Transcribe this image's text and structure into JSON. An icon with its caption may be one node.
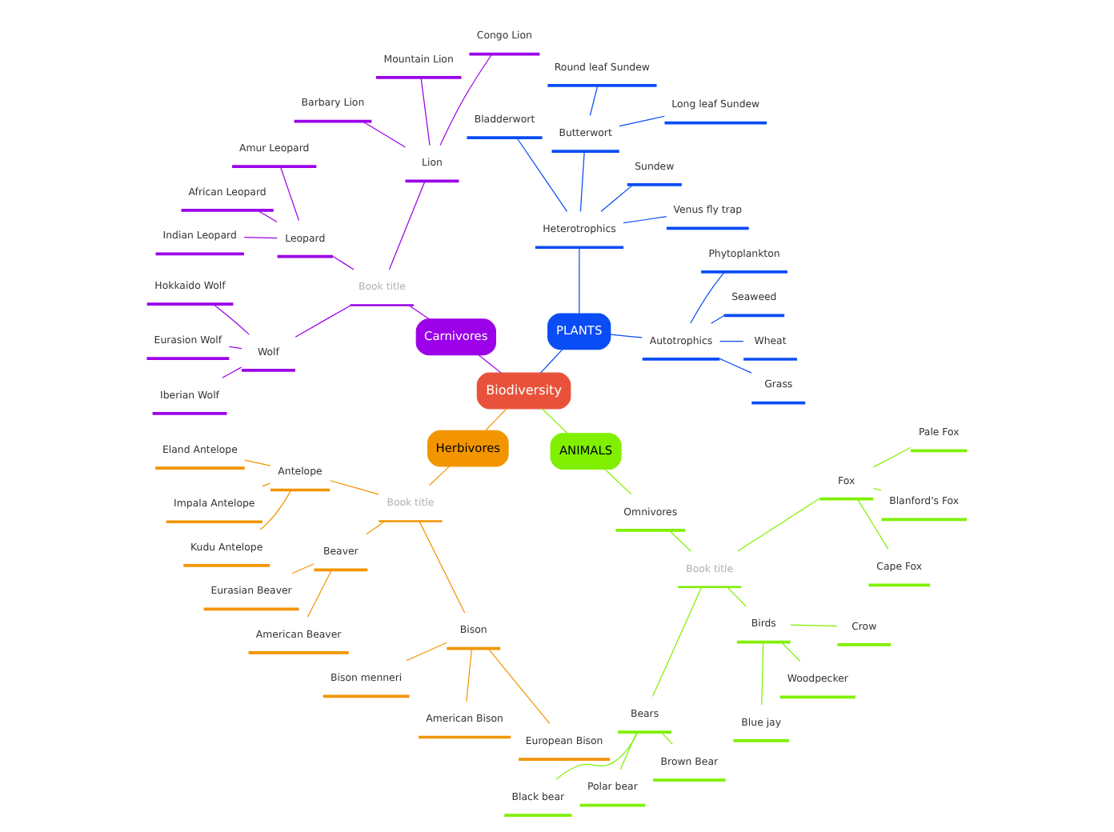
{
  "diagram": {
    "nodes": [
      {
        "text": [
          "Biodiversity"
        ]
      },
      {
        "text": [
          "PLANTS"
        ]
      },
      {
        "text": [
          "Autotrophics"
        ]
      },
      {
        "text": [
          "Grass"
        ]
      },
      {
        "text": [
          "Wheat"
        ]
      },
      {
        "text": [
          "Seaweed"
        ]
      },
      {
        "text": [
          "Phytoplankton"
        ]
      },
      {
        "text": [
          "Heterotrophics"
        ]
      },
      {
        "text": [
          "Venus fly trap"
        ]
      },
      {
        "text": [
          "Sundew"
        ]
      },
      {
        "text": [
          "Butterwort"
        ]
      },
      {
        "text": [
          "Long leaf Sundew"
        ]
      },
      {
        "text": [
          "Round leaf Sundew"
        ]
      },
      {
        "text": [
          "Bladderwort"
        ]
      },
      {
        "text": [
          "Carnivores"
        ]
      },
      {
        "text": [
          "Book title"
        ]
      },
      {
        "text": [
          "Lion"
        ]
      },
      {
        "text": [
          "Congo Lion"
        ]
      },
      {
        "text": [
          "Mountain Lion"
        ]
      },
      {
        "text": [
          "Barbary Lion"
        ]
      },
      {
        "text": [
          "Leopard"
        ]
      },
      {
        "text": [
          "Amur Leopard"
        ]
      },
      {
        "text": [
          "African Leopard"
        ]
      },
      {
        "text": [
          "Indian Leopard"
        ]
      },
      {
        "text": [
          "Wolf"
        ]
      },
      {
        "text": [
          "Hokkaido Wolf"
        ]
      },
      {
        "text": [
          "Eurasion Wolf"
        ]
      },
      {
        "text": [
          "Iberian Wolf"
        ]
      },
      {
        "text": [
          "Herbivores"
        ]
      },
      {
        "text": [
          "Book title"
        ]
      },
      {
        "text": [
          "Antelope"
        ]
      },
      {
        "text": [
          "Eland Antelope"
        ]
      },
      {
        "text": [
          "Impala Antelope"
        ]
      },
      {
        "text": [
          "Kudu Antelope"
        ]
      },
      {
        "text": [
          "Beaver"
        ]
      },
      {
        "text": [
          "Eurasian Beaver"
        ]
      },
      {
        "text": [
          "American Beaver"
        ]
      },
      {
        "text": [
          "Bison"
        ]
      },
      {
        "text": [
          "Bison menneri"
        ]
      },
      {
        "text": [
          "American Bison"
        ]
      },
      {
        "text": [
          "European Bison"
        ]
      },
      {
        "text": [
          "ANIMALS"
        ]
      },
      {
        "text": [
          "Omnivores"
        ]
      },
      {
        "text": [
          "Book title"
        ]
      },
      {
        "text": [
          "Bears"
        ]
      },
      {
        "text": [
          "Black bear"
        ]
      },
      {
        "text": [
          "Polar bear"
        ]
      },
      {
        "text": [
          "Brown Bear"
        ]
      },
      {
        "text": [
          "Birds"
        ]
      },
      {
        "text": [
          "Blue jay"
        ]
      },
      {
        "text": [
          "Woodpecker"
        ]
      },
      {
        "text": [
          "Crow"
        ]
      },
      {
        "text": [
          "Fox"
        ]
      },
      {
        "text": [
          "Cape Fox"
        ]
      },
      {
        "text": [
          "Blanford's Fox"
        ]
      },
      {
        "text": [
          "Pale Fox"
        ]
      }
    ],
    "edges": [
      {
        "from": 0,
        "to": 1,
        "arrow": "none",
        "color": "#0a4cf5"
      },
      {
        "from": 1,
        "to": 2,
        "arrow": "none",
        "color": "#0a4cf5"
      },
      {
        "from": 2,
        "to": 3,
        "arrow": "none",
        "color": "#0a4cf5"
      },
      {
        "from": 2,
        "to": 4,
        "arrow": "none",
        "color": "#0a4cf5"
      },
      {
        "from": 2,
        "to": 5,
        "arrow": "none",
        "color": "#0a4cf5"
      },
      {
        "from": 2,
        "to": 6,
        "arrow": "none",
        "color": "#0a4cf5"
      },
      {
        "from": 1,
        "to": 7,
        "arrow": "none",
        "color": "#0a4cf5"
      },
      {
        "from": 7,
        "to": 8,
        "arrow": "none",
        "color": "#0a4cf5"
      },
      {
        "from": 7,
        "to": 9,
        "arrow": "none",
        "color": "#0a4cf5"
      },
      {
        "from": 7,
        "to": 10,
        "arrow": "none",
        "color": "#0a4cf5"
      },
      {
        "from": 10,
        "to": 11,
        "arrow": "none",
        "color": "#0a4cf5"
      },
      {
        "from": 10,
        "to": 12,
        "arrow": "none",
        "color": "#0a4cf5"
      },
      {
        "from": 7,
        "to": 13,
        "arrow": "none",
        "color": "#0a4cf5"
      },
      {
        "from": 0,
        "to": 14,
        "arrow": "none",
        "color": "#9b00e8"
      },
      {
        "from": 14,
        "to": 15,
        "arrow": "none",
        "color": "#9b00e8"
      },
      {
        "from": 15,
        "to": 16,
        "arrow": "none",
        "color": "#9b00e8"
      },
      {
        "from": 16,
        "to": 17,
        "arrow": "none",
        "color": "#9b00e8"
      },
      {
        "from": 16,
        "to": 18,
        "arrow": "none",
        "color": "#9b00e8"
      },
      {
        "from": 16,
        "to": 19,
        "arrow": "none",
        "color": "#9b00e8"
      },
      {
        "from": 15,
        "to": 20,
        "arrow": "none",
        "color": "#9b00e8"
      },
      {
        "from": 20,
        "to": 21,
        "arrow": "none",
        "color": "#9b00e8"
      },
      {
        "from": 20,
        "to": 22,
        "arrow": "none",
        "color": "#9b00e8"
      },
      {
        "from": 20,
        "to": 23,
        "arrow": "none",
        "color": "#9b00e8"
      },
      {
        "from": 15,
        "to": 24,
        "arrow": "none",
        "color": "#9b00e8"
      },
      {
        "from": 24,
        "to": 25,
        "arrow": "none",
        "color": "#9b00e8"
      },
      {
        "from": 24,
        "to": 26,
        "arrow": "none",
        "color": "#9b00e8"
      },
      {
        "from": 24,
        "to": 27,
        "arrow": "none",
        "color": "#9b00e8"
      },
      {
        "from": 0,
        "to": 28,
        "arrow": "none",
        "color": "#f29500"
      },
      {
        "from": 28,
        "to": 29,
        "arrow": "none",
        "color": "#f29500"
      },
      {
        "from": 29,
        "to": 30,
        "arrow": "none",
        "color": "#f29500"
      },
      {
        "from": 30,
        "to": 31,
        "arrow": "none",
        "color": "#f29500"
      },
      {
        "from": 30,
        "to": 32,
        "arrow": "none",
        "color": "#f29500"
      },
      {
        "from": 30,
        "to": 33,
        "arrow": "none",
        "color": "#f29500"
      },
      {
        "from": 29,
        "to": 34,
        "arrow": "none",
        "color": "#f29500"
      },
      {
        "from": 34,
        "to": 35,
        "arrow": "none",
        "color": "#f29500"
      },
      {
        "from": 34,
        "to": 36,
        "arrow": "none",
        "color": "#f29500"
      },
      {
        "from": 29,
        "to": 37,
        "arrow": "none",
        "color": "#f29500"
      },
      {
        "from": 37,
        "to": 38,
        "arrow": "none",
        "color": "#f29500"
      },
      {
        "from": 37,
        "to": 39,
        "arrow": "none",
        "color": "#f29500"
      },
      {
        "from": 37,
        "to": 40,
        "arrow": "none",
        "color": "#f29500"
      },
      {
        "from": 0,
        "to": 41,
        "arrow": "none",
        "color": "#80f000"
      },
      {
        "from": 41,
        "to": 42,
        "arrow": "none",
        "color": "#80f000"
      },
      {
        "from": 42,
        "to": 43,
        "arrow": "none",
        "color": "#80f000"
      },
      {
        "from": 43,
        "to": 44,
        "arrow": "none",
        "color": "#80f000"
      },
      {
        "from": 44,
        "to": 45,
        "arrow": "none",
        "color": "#80f000"
      },
      {
        "from": 44,
        "to": 46,
        "arrow": "none",
        "color": "#80f000"
      },
      {
        "from": 44,
        "to": 47,
        "arrow": "none",
        "color": "#80f000"
      },
      {
        "from": 43,
        "to": 48,
        "arrow": "none",
        "color": "#80f000"
      },
      {
        "from": 48,
        "to": 49,
        "arrow": "none",
        "color": "#80f000"
      },
      {
        "from": 48,
        "to": 50,
        "arrow": "none",
        "color": "#80f000"
      },
      {
        "from": 48,
        "to": 51,
        "arrow": "none",
        "color": "#80f000"
      },
      {
        "from": 43,
        "to": 52,
        "arrow": "none",
        "color": "#80f000"
      },
      {
        "from": 52,
        "to": 53,
        "arrow": "none",
        "color": "#80f000"
      },
      {
        "from": 52,
        "to": 54,
        "arrow": "none",
        "color": "#80f000"
      },
      {
        "from": 52,
        "to": 55,
        "arrow": "none",
        "color": "#80f000"
      }
    ]
  }
}
